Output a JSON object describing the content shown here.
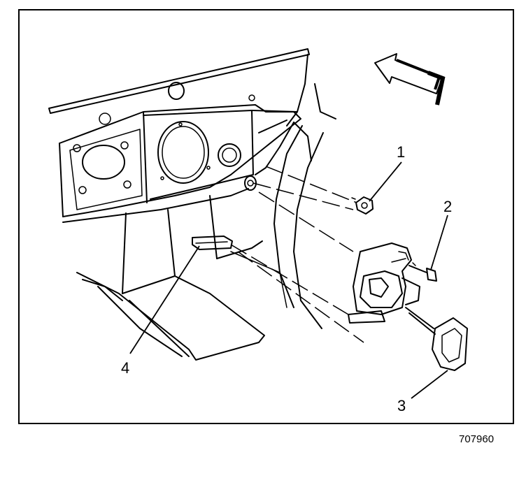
{
  "callouts": {
    "c1": "1",
    "c2": "2",
    "c3": "3",
    "c4": "4"
  },
  "figure_number": "707960"
}
